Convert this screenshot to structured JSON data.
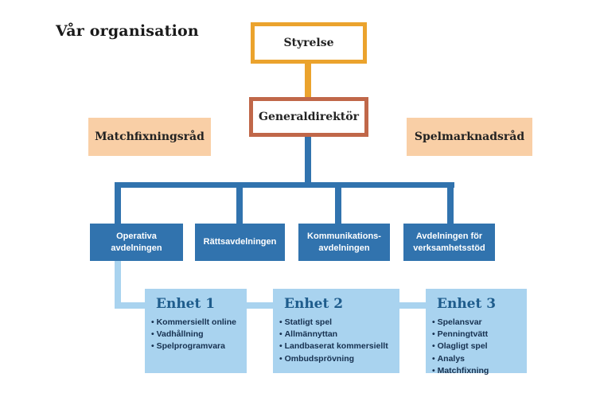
{
  "page": {
    "title": "Vår organisation"
  },
  "colors": {
    "orange": "#EBA32D",
    "terracotta": "#C06749",
    "peach": "#F9CFA6",
    "blue": "#3173AE",
    "lightblue": "#A9D3EF",
    "headingblue": "#1E5C8C",
    "navy": "#16304F",
    "ink": "#1A1A1A"
  },
  "org": {
    "board": {
      "label": "Styrelse"
    },
    "director": {
      "label": "Generaldirektör"
    },
    "councils": [
      {
        "label": "Matchfixningsråd"
      },
      {
        "label": "Spelmarknadsråd"
      }
    ],
    "departments": [
      {
        "lines": [
          "Operativa",
          "avdelningen"
        ]
      },
      {
        "lines": [
          "Rättsavdelningen"
        ]
      },
      {
        "lines": [
          "Kommunikations-",
          "avdelningen"
        ]
      },
      {
        "lines": [
          "Avdelningen för",
          "verksamhetsstöd"
        ]
      }
    ],
    "units": [
      {
        "title": "Enhet 1",
        "items": [
          "Kommersiellt online",
          "Vadhållning",
          "Spelprogramvara"
        ]
      },
      {
        "title": "Enhet 2",
        "items": [
          "Statligt spel",
          "Allmännyttan",
          "Landbaserat kommersiellt",
          "Ombudsprövning"
        ]
      },
      {
        "title": "Enhet 3",
        "items": [
          "Spelansvar",
          "Penningtvätt",
          "Olagligt spel",
          "Analys",
          "Matchfixning"
        ]
      }
    ]
  }
}
